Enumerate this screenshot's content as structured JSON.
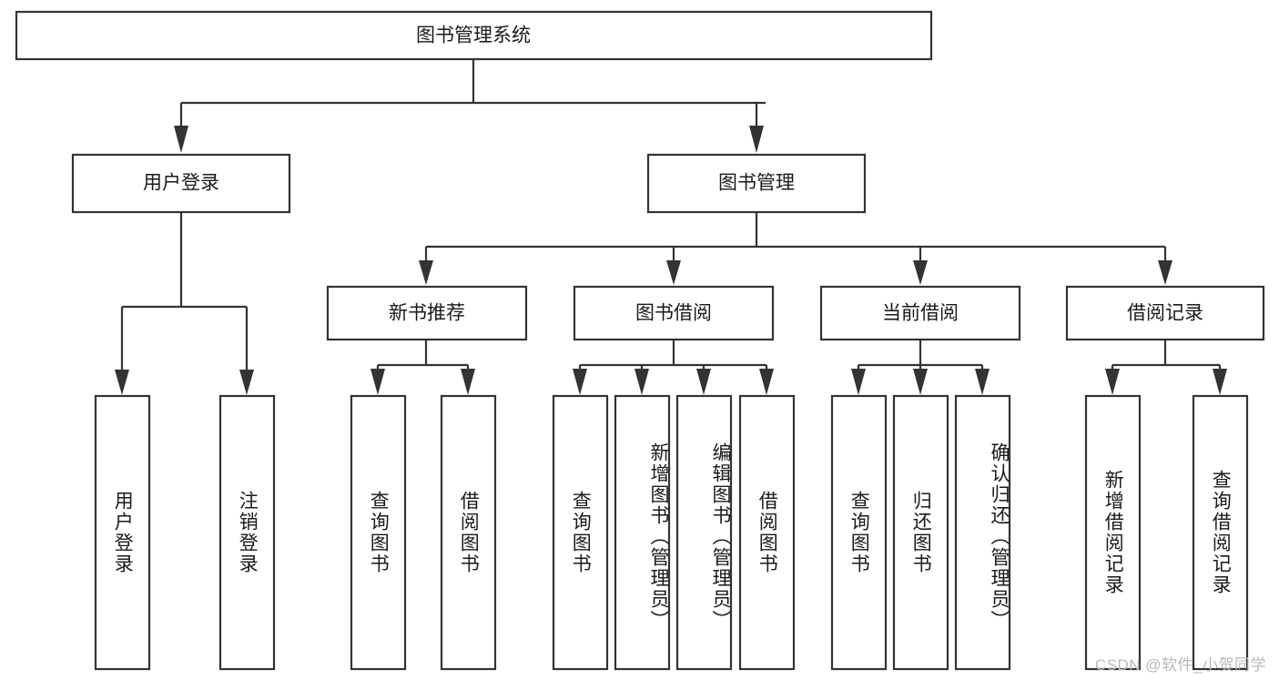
{
  "diagram": {
    "title": "图书管理系统",
    "type": "hierarchy-tree",
    "root": {
      "id": "root",
      "label": "图书管理系统",
      "orientation": "horizontal"
    },
    "level2": [
      {
        "id": "user-login",
        "label": "用户登录",
        "orientation": "horizontal"
      },
      {
        "id": "book-management",
        "label": "图书管理",
        "orientation": "horizontal"
      }
    ],
    "level3": [
      {
        "id": "new-book-recommend",
        "label": "新书推荐",
        "orientation": "horizontal",
        "parent": "book-management"
      },
      {
        "id": "book-borrow",
        "label": "图书借阅",
        "orientation": "horizontal",
        "parent": "book-management"
      },
      {
        "id": "current-borrow",
        "label": "当前借阅",
        "orientation": "horizontal",
        "parent": "book-management"
      },
      {
        "id": "borrow-record",
        "label": "借阅记录",
        "orientation": "horizontal",
        "parent": "book-management"
      }
    ],
    "leaves": [
      {
        "id": "leaf-user-login",
        "label": "用户登录",
        "parent": "user-login",
        "orientation": "vertical"
      },
      {
        "id": "leaf-user-logout",
        "label": "注销登录",
        "parent": "user-login",
        "orientation": "vertical"
      },
      {
        "id": "leaf-query-book-1",
        "label": "查询图书",
        "parent": "new-book-recommend",
        "orientation": "vertical"
      },
      {
        "id": "leaf-borrow-book-1",
        "label": "借阅图书",
        "parent": "new-book-recommend",
        "orientation": "vertical"
      },
      {
        "id": "leaf-query-book-2",
        "label": "查询图书",
        "parent": "book-borrow",
        "orientation": "vertical"
      },
      {
        "id": "leaf-add-book",
        "label": "新增图书（管理员）",
        "parent": "book-borrow",
        "orientation": "vertical"
      },
      {
        "id": "leaf-edit-book",
        "label": "编辑图书（管理员）",
        "parent": "book-borrow",
        "orientation": "vertical"
      },
      {
        "id": "leaf-borrow-book-2",
        "label": "借阅图书",
        "parent": "book-borrow",
        "orientation": "vertical"
      },
      {
        "id": "leaf-query-book-3",
        "label": "查询图书",
        "parent": "current-borrow",
        "orientation": "vertical"
      },
      {
        "id": "leaf-return-book",
        "label": "归还图书",
        "parent": "current-borrow",
        "orientation": "vertical"
      },
      {
        "id": "leaf-confirm-return",
        "label": "确认归还（管理员）",
        "parent": "current-borrow",
        "orientation": "vertical"
      },
      {
        "id": "leaf-add-record",
        "label": "新增借阅记录",
        "parent": "borrow-record",
        "orientation": "vertical"
      },
      {
        "id": "leaf-query-record",
        "label": "查询借阅记录",
        "parent": "borrow-record",
        "orientation": "vertical"
      }
    ]
  },
  "watermark": {
    "text": "CSDN @软件_小贺同学"
  },
  "colors": {
    "box_stroke": "#333333",
    "box_fill": "#ffffff",
    "text": "#1a1a1a",
    "connector": "#333333",
    "watermark": "#b9b9b9",
    "background": "#ffffff"
  }
}
